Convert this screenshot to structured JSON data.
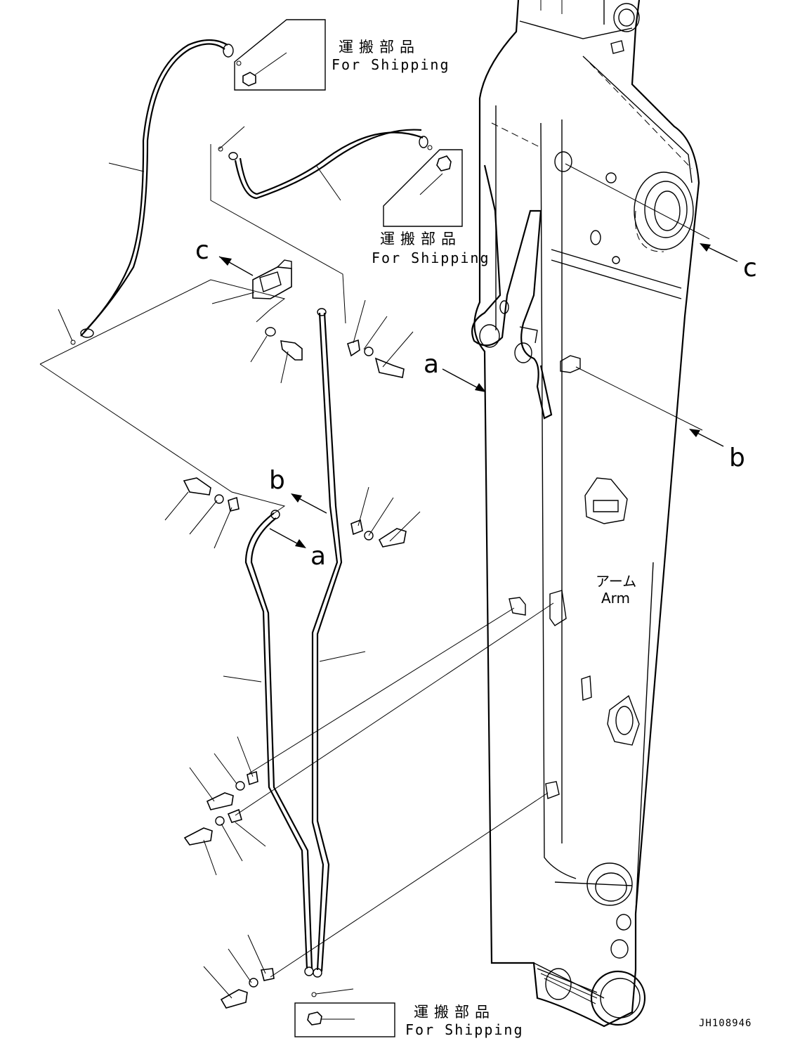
{
  "shipping_labels": [
    {
      "jp": "運搬部品",
      "en": "For Shipping"
    },
    {
      "jp": "運搬部品",
      "en": "For Shipping"
    },
    {
      "jp": "運搬部品",
      "en": "For Shipping"
    }
  ],
  "reference_letters": {
    "a": "a",
    "b": "b",
    "c": "c"
  },
  "arm_label": {
    "jp": "アーム",
    "en": "Arm"
  },
  "drawing_code": "JH108946"
}
